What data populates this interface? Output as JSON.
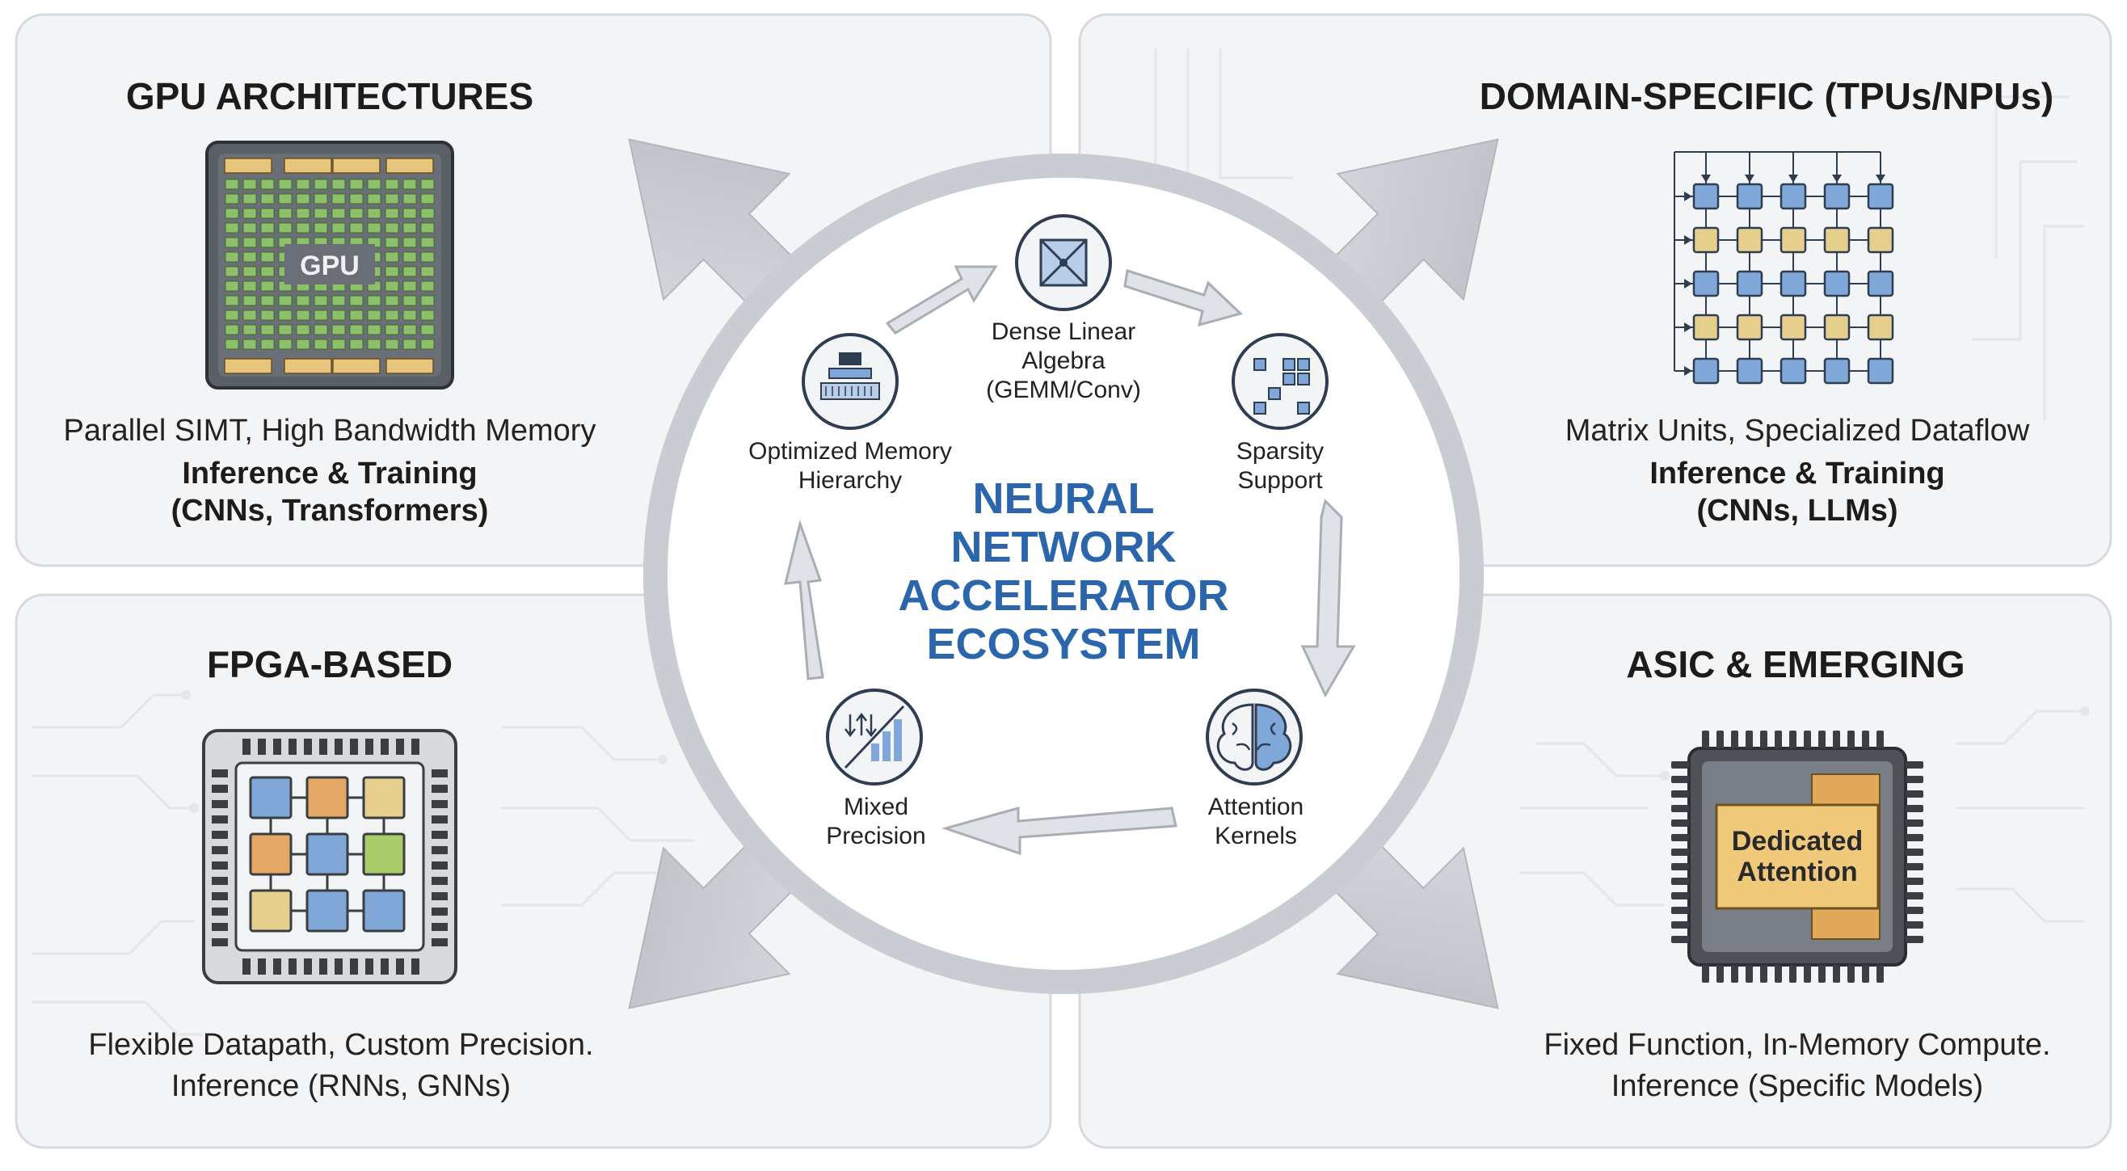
{
  "center": {
    "title_lines": [
      "NEURAL",
      "NETWORK",
      "ACCELERATOR",
      "ECOSYSTEM"
    ],
    "color": "#2b66ad"
  },
  "panels": {
    "gpu": {
      "title": "GPU ARCHITECTURES",
      "chip_label": "GPU",
      "description": "Parallel SIMT, High Bandwidth Memory",
      "use_line1": "Inference & Training",
      "use_line2": "(CNNs, Transformers)"
    },
    "domain": {
      "title": "DOMAIN-SPECIFIC (TPUs/NPUs)",
      "description": "Matrix Units, Specialized Dataflow",
      "use_line1": "Inference & Training",
      "use_line2": "(CNNs, LLMs)"
    },
    "fpga": {
      "title": "FPGA-BASED",
      "description": "Flexible Datapath, Custom Precision.",
      "use_line1": "Inference (RNNs, GNNs)"
    },
    "asic": {
      "title": "ASIC & EMERGING",
      "chip_label_line1": "Dedicated",
      "chip_label_line2": "Attention",
      "description": "Fixed Function, In-Memory Compute.",
      "use_line1": "Inference (Specific Models)"
    }
  },
  "cycle_nodes": [
    {
      "id": "dense-linear-algebra",
      "icon": "matrix-icon",
      "lines": [
        "Dense Linear",
        "Algebra",
        "(GEMM/Conv)"
      ]
    },
    {
      "id": "sparsity-support",
      "icon": "sparse-grid-icon",
      "lines": [
        "Sparsity",
        "Support"
      ]
    },
    {
      "id": "attention-kernels",
      "icon": "brain-icon",
      "lines": [
        "Attention",
        "Kernels"
      ]
    },
    {
      "id": "mixed-precision",
      "icon": "precision-bars-icon",
      "lines": [
        "Mixed",
        "Precision"
      ]
    },
    {
      "id": "optimized-memory-hierarchy",
      "icon": "memory-stack-icon",
      "lines": [
        "Optimized Memory",
        "Hierarchy"
      ]
    }
  ],
  "colors": {
    "panel_bg": "#f3f4f6",
    "panel_border": "#d6d9de",
    "arrow": "#c9ccd2",
    "gpu_core": "#8cc06a",
    "mem_gold": "#e7c57a",
    "pe_blue": "#7fa8d8",
    "pe_gold": "#e6cf8c",
    "fpga_orange": "#e5a766",
    "fpga_green": "#a9cc6b",
    "asic_core": "#f0c97a"
  }
}
